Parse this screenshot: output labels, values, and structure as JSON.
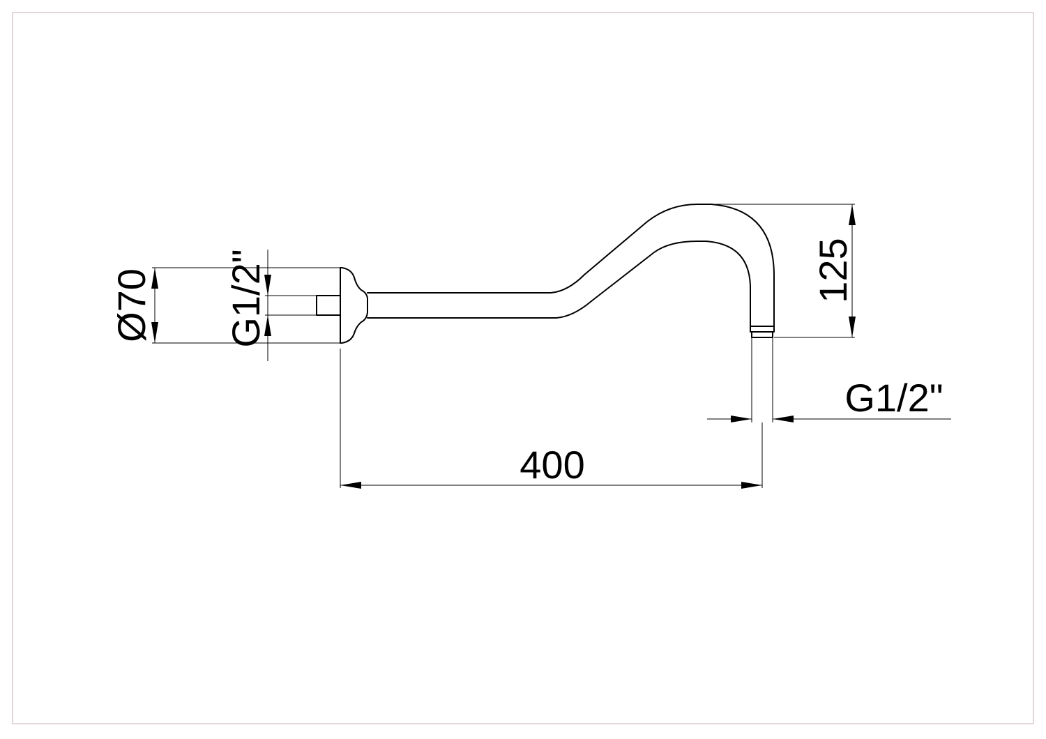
{
  "dimensions": {
    "flange_diameter": "Ø70",
    "inlet_thread": "G1/2\"",
    "drop_height": "125",
    "outlet_thread": "G1/2\"",
    "arm_length": "400"
  },
  "colors": {
    "line": "#000000",
    "frame": "#d9c8d3",
    "background": "#ffffff"
  }
}
